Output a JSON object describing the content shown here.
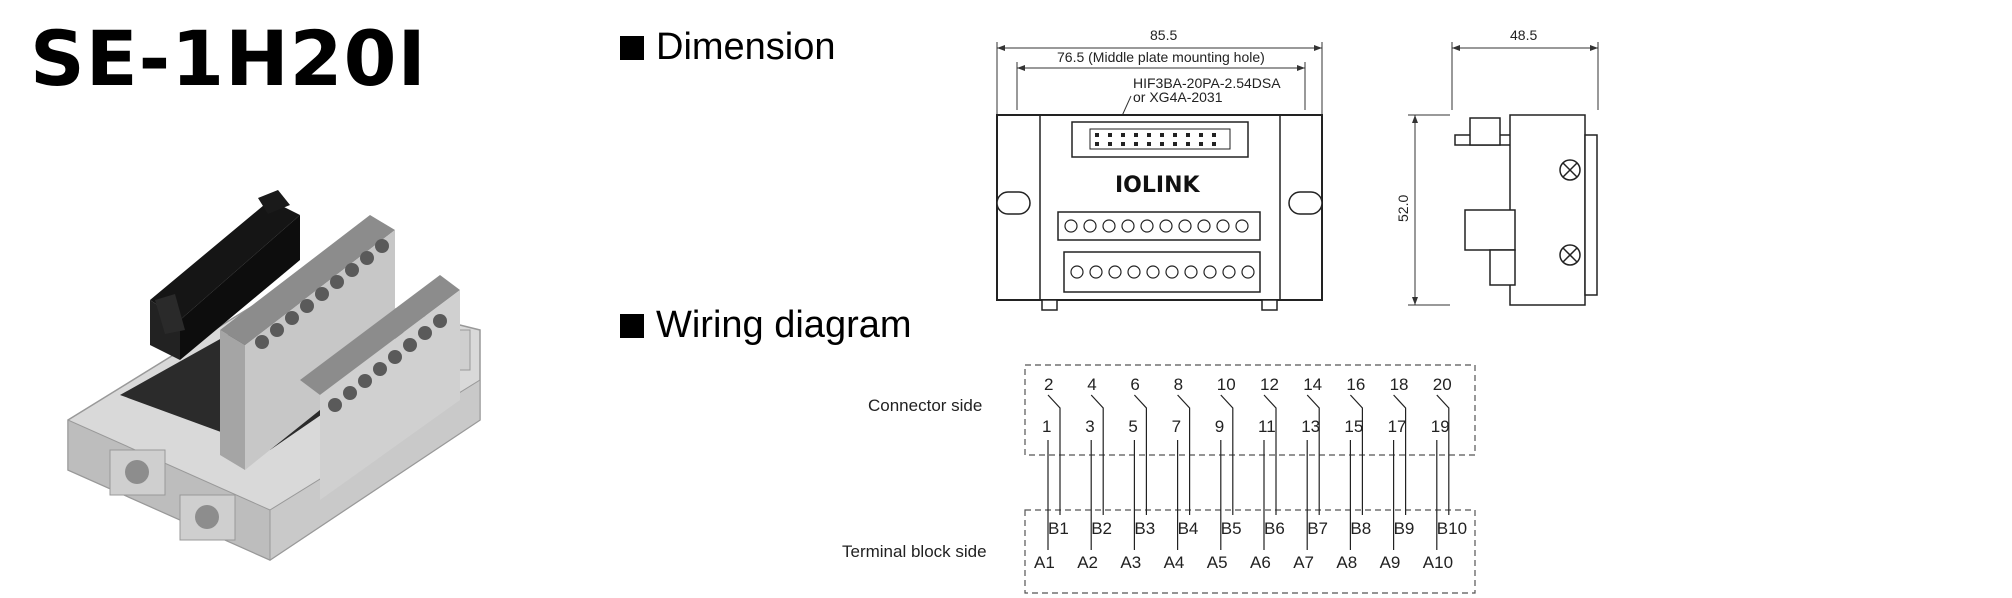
{
  "title": "SE-1H20I",
  "sections": {
    "dimension": "Dimension",
    "wiring": "Wiring diagram"
  },
  "dimension": {
    "overall_width": "85.5",
    "hole_pitch": "76.5 (Middle plate mounting hole)",
    "connector_part": "HIF3BA-20PA-2.54DSA",
    "connector_alt": "or XG4A-2031",
    "brand": "IOLINK",
    "side_width": "48.5",
    "height": "52.0"
  },
  "wiring": {
    "connector_side_label": "Connector side",
    "terminal_side_label": "Terminal block side",
    "connector_even": [
      "2",
      "4",
      "6",
      "8",
      "10",
      "12",
      "14",
      "16",
      "18",
      "20"
    ],
    "connector_odd": [
      "1",
      "3",
      "5",
      "7",
      "9",
      "11",
      "13",
      "15",
      "17",
      "19"
    ],
    "terminal_b": [
      "B1",
      "B2",
      "B3",
      "B4",
      "B5",
      "B6",
      "B7",
      "B8",
      "B9",
      "B10"
    ],
    "terminal_a": [
      "A1",
      "A2",
      "A3",
      "A4",
      "A5",
      "A6",
      "A7",
      "A8",
      "A9",
      "A10"
    ]
  }
}
